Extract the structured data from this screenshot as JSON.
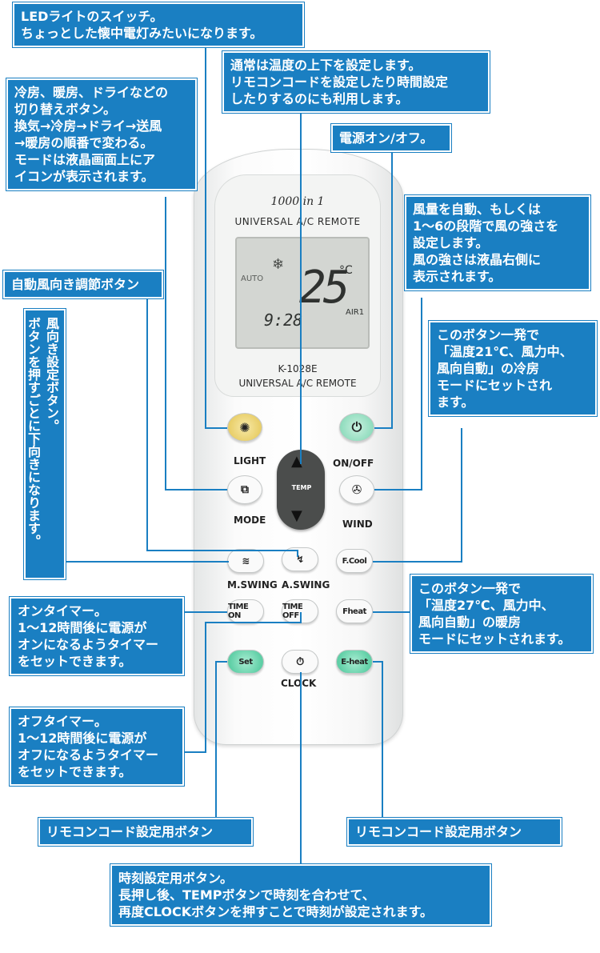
{
  "callouts": {
    "light": "LEDライトのスイッチ。\nちょっとした懐中電灯みたいになります。",
    "temp": "通常は温度の上下を設定します。\nリモコンコードを設定したり時間設定\nしたりするのにも利用します。",
    "mode": "冷房、暖房、ドライなどの\n切り替えボタン。\n換気→冷房→ドライ→送風\n→暖房の順番で変わる。\nモードは液晶画面上にア\nイコンが表示されます。",
    "power": "電源オン/オフ。",
    "wind": "風量を自動、もしくは\n1～6の段階で風の強さを\n設定します。\n風の強さは液晶右側に\n表示されます。",
    "aswing": "自動風向き調節ボタン",
    "mswing": "風向き設定ボタン。\nボタンを押すごとに下向きになります。",
    "fcool": "このボタン一発で\n「温度21℃、風力中、\n風向自動」の冷房\nモードにセットされ\nます。",
    "fheat": "このボタン一発で\n「温度27℃、風力中、\n風向自動」の暖房\nモードにセットされます。",
    "timeon": "オンタイマー。\n1～12時間後に電源が\nオンになるようタイマー\nをセットできます。",
    "timeoff": "オフタイマー。\n1～12時間後に電源が\nオフになるようタイマー\nをセットできます。",
    "set": "リモコンコード設定用ボタン",
    "eheat": "リモコンコード設定用ボタン",
    "clock": "時刻設定用ボタン。\n長押し後、TEMPボタンで時刻を合わせて、\n再度CLOCKボタンを押すことで時刻が設定されます。"
  },
  "remote": {
    "brand_top": "1000 in 1",
    "brand_sub": "UNIVERSAL A/C REMOTE",
    "model": "K-1028E",
    "model_sub": "UNIVERSAL A/C REMOTE",
    "lcd": {
      "mode": "AUTO",
      "temp": "25",
      "unit": "°C",
      "time": "9:28",
      "air": "AIR1"
    },
    "buttons": {
      "temp": "TEMP",
      "fcool": "F.Cool",
      "timeon": "TIME ON",
      "timeoff": "TIME OFF",
      "fheat": "Fheat",
      "set": "Set",
      "eheat": "E-heat"
    },
    "labels": {
      "light": "LIGHT",
      "onoff": "ON/OFF",
      "mode": "MODE",
      "wind": "WIND",
      "mswing": "M.SWING",
      "aswing": "A.SWING",
      "clock": "CLOCK"
    }
  },
  "colors": {
    "callout_bg": "#1a7fc2",
    "callout_text": "#ffffff"
  }
}
